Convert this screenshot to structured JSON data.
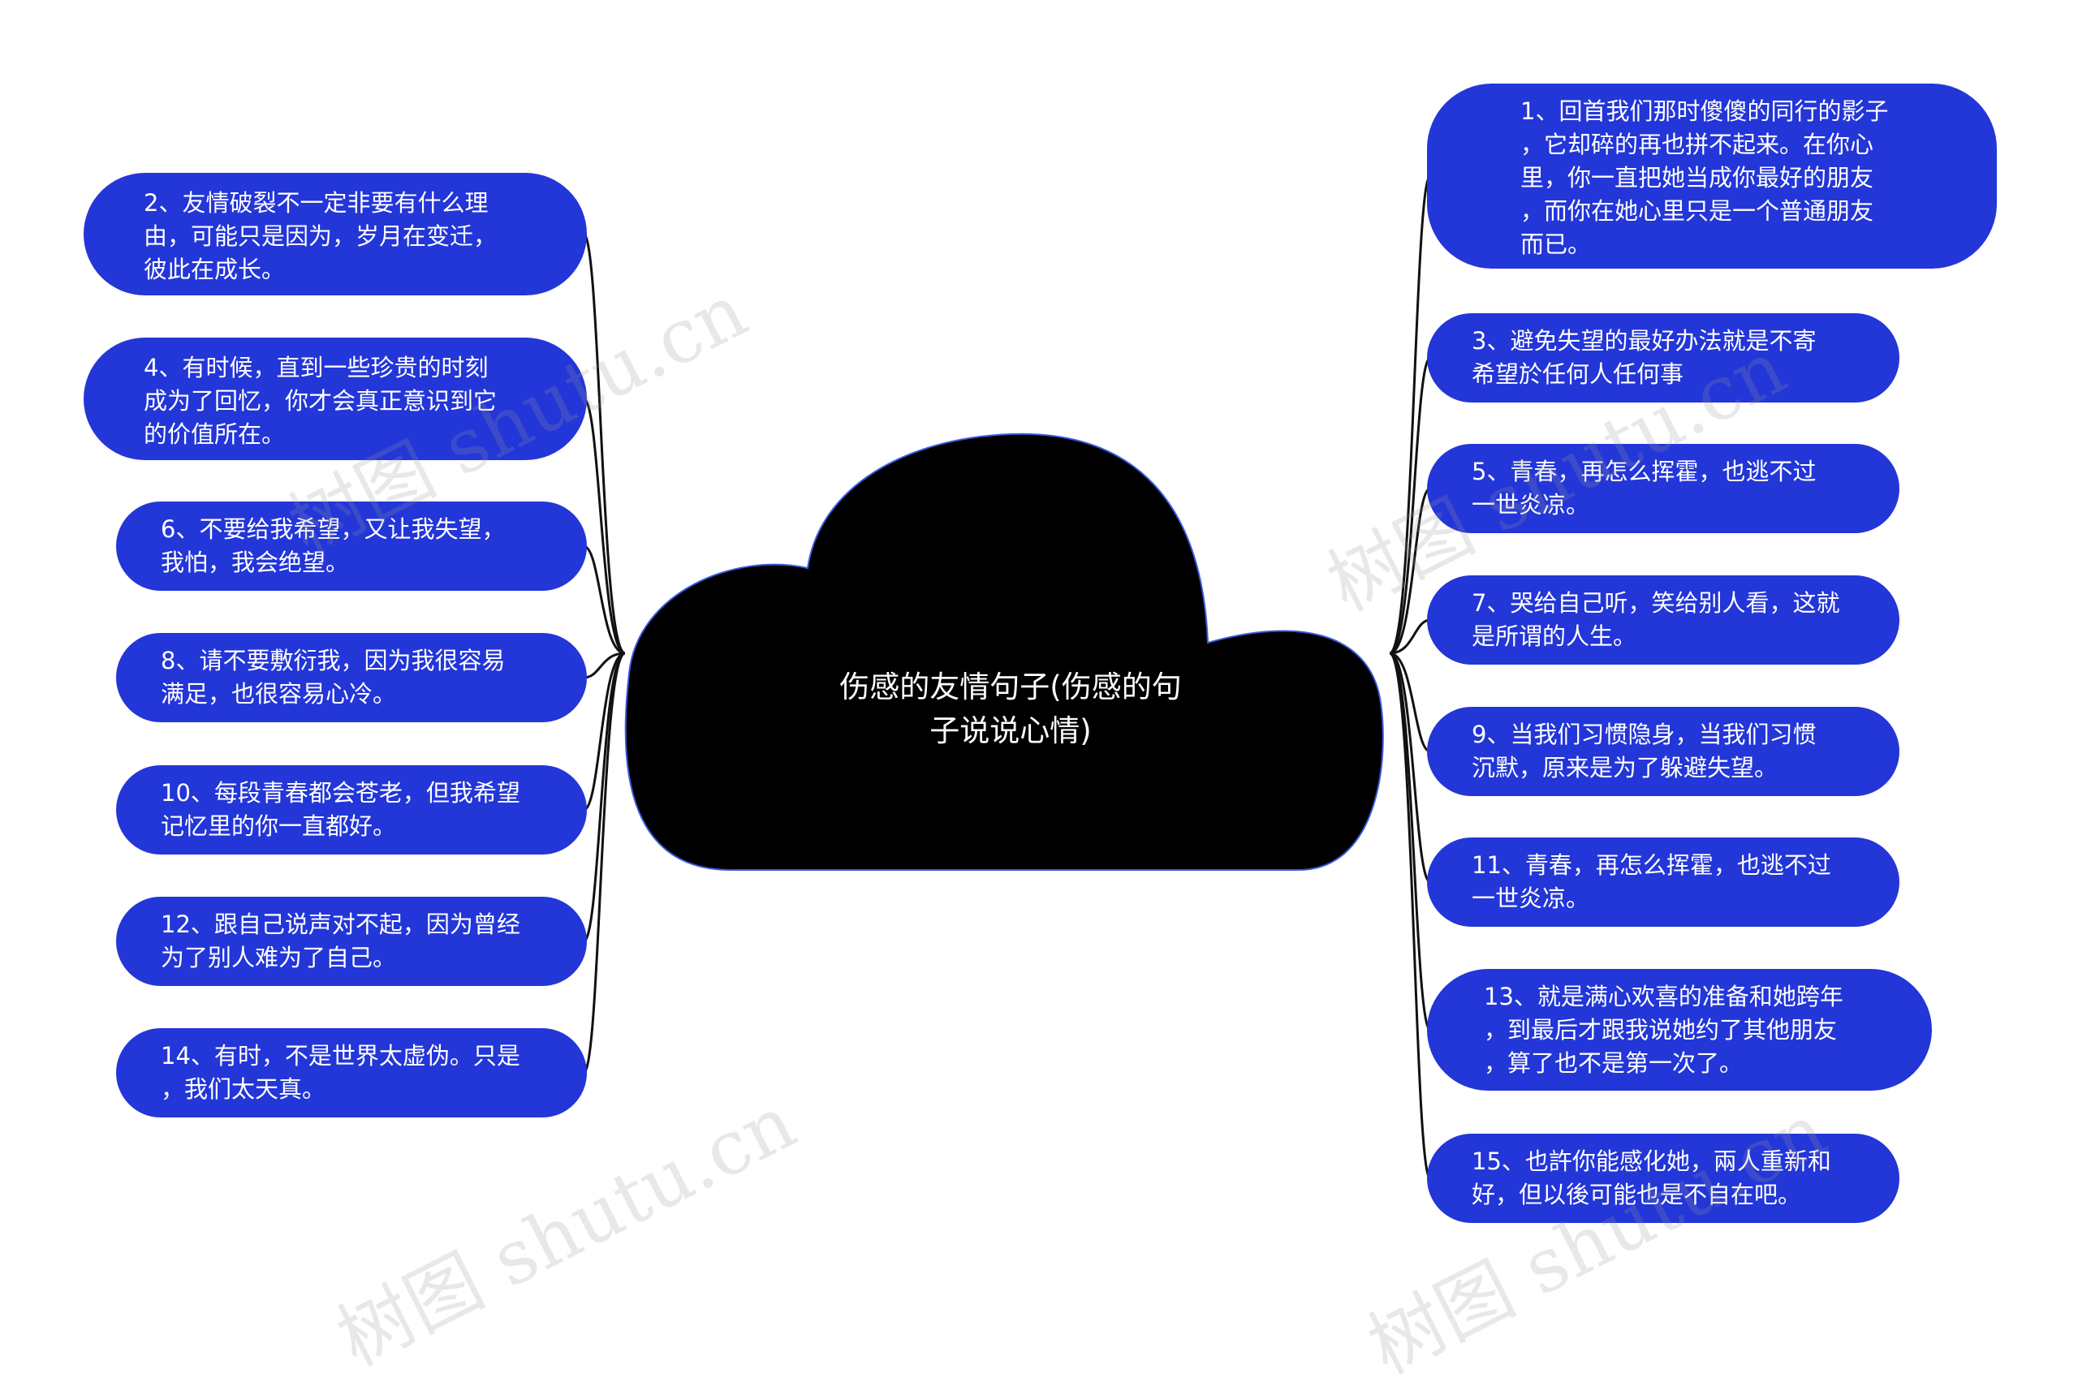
{
  "central": {
    "title": "伤感的友情句子(伤感的句\n子说说心情)"
  },
  "left_nodes": [
    {
      "text": "2、友情破裂不一定非要有什么理\n由，可能只是因为，岁月在变迁，\n彼此在成长。"
    },
    {
      "text": "4、有时候，直到一些珍贵的时刻\n成为了回忆，你才会真正意识到它\n的价值所在。"
    },
    {
      "text": "6、不要给我希望，又让我失望，\n我怕，我会绝望。"
    },
    {
      "text": "8、请不要敷衍我，因为我很容易\n满足，也很容易心冷。"
    },
    {
      "text": "10、每段青春都会苍老，但我希望\n记忆里的你一直都好。"
    },
    {
      "text": "12、跟自己说声对不起，因为曾经\n为了别人难为了自己。"
    },
    {
      "text": "14、有时，不是世界太虚伪。只是\n，我们太天真。"
    }
  ],
  "right_nodes": [
    {
      "text": "1、回首我们那时傻傻的同行的影子\n，它却碎的再也拼不起来。在你心\n里，你一直把她当成你最好的朋友\n，而你在她心里只是一个普通朋友\n而已。"
    },
    {
      "text": "3、避免失望的最好办法就是不寄\n希望於任何人任何事"
    },
    {
      "text": "5、青春，再怎么挥霍，也逃不过\n一世炎凉。"
    },
    {
      "text": "7、哭给自己听，笑给别人看，这就\n是所谓的人生。"
    },
    {
      "text": "9、当我们习惯隐身，当我们习惯\n沉默，原来是为了躲避失望。"
    },
    {
      "text": "11、青春，再怎么挥霍，也逃不过\n一世炎凉。"
    },
    {
      "text": "13、就是满心欢喜的准备和她跨年\n，到最后才跟我说她约了其他朋友\n，算了也不是第一次了。"
    },
    {
      "text": "15、也許你能感化她，兩人重新和\n好，但以後可能也是不自在吧。"
    }
  ],
  "watermarks": [
    {
      "text": "树图 shutu.cn"
    },
    {
      "text": "树图 shutu.cn"
    },
    {
      "text": "树图 shutu.cn"
    },
    {
      "text": "树图 shutu.cn"
    }
  ],
  "colors": {
    "node_fill": "#2336d8",
    "node_text": "#ffffff",
    "central_fill": "#000000",
    "central_outline": "#3a5bd9",
    "connector": "#111111"
  }
}
